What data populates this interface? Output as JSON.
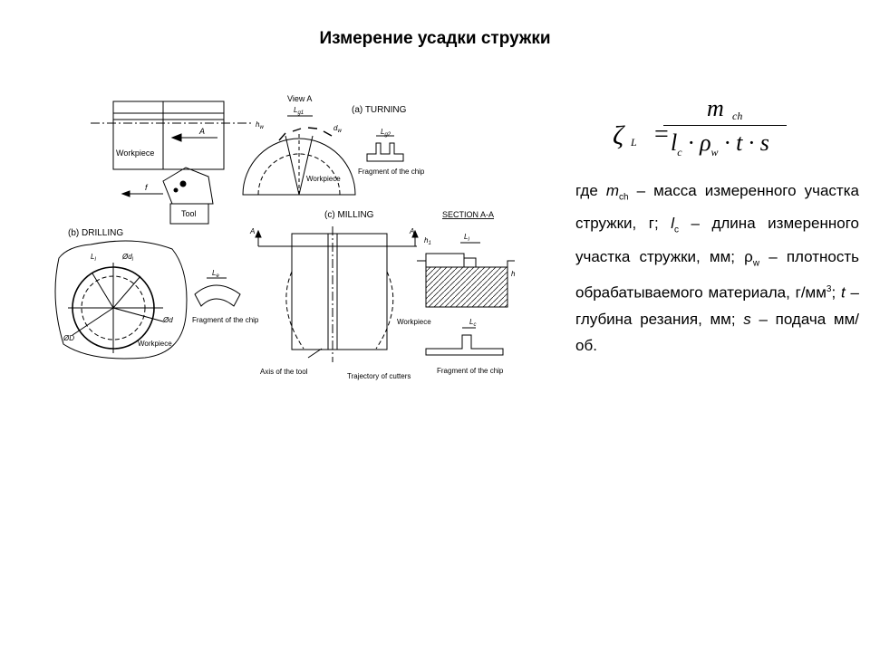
{
  "slide": {
    "title": "Измерение усадки стружки"
  },
  "figure": {
    "view_a": "View A",
    "turning": "(a) TURNING",
    "drilling": "(b) DRILLING",
    "milling": "(c) MILLING",
    "section": "SECTION A-A",
    "workpiece": "Workpiece",
    "tool": "Tool",
    "fragment": "Fragment of the chip",
    "axis_tool": "Axis of the tool",
    "trajectory": "Trajectory of cutters",
    "arrow_a": "A",
    "feed_f": "f",
    "hw": "h",
    "hw_sub": "w",
    "lg1": "L",
    "lg1_sub": "g1",
    "dw": "d",
    "dw_sub": "w",
    "lg2": "L",
    "lg2_sub": "g2",
    "ll": "L",
    "ll_sub": "l",
    "dl": "Ød",
    "dl_sub": "l",
    "le": "L",
    "le_sub": "e",
    "od": "Ød",
    "oD": "ØD",
    "h1": "h",
    "h1_sub": "1",
    "h": "h",
    "lc": "L",
    "lc_sub": "c"
  },
  "formula": {
    "lhs": "ζ",
    "lhs_sub": "L",
    "equals": "=",
    "numerator": "m",
    "numerator_sub": "ch",
    "den_l": "l",
    "den_l_sub": "c",
    "den_rho": " · ρ",
    "den_rho_sub": "w",
    "den_rest": " · t · s"
  },
  "description": {
    "p1": "где ",
    "m": "m",
    "m_sub": "ch",
    "p2": " – масса измеренного участка стружки, г; ",
    "l": "l",
    "l_sub": "c",
    "p3": " – длина измеренного участка стружки, мм; ρ",
    "rho_sub": "w",
    "p4": " – плотность обрабатываемого материала, г/мм",
    "p4_sup": "3",
    "p5": "; ",
    "t": "t",
    "p6": " – глубина резания, мм; ",
    "s": "s",
    "p7": " – подача мм/об."
  }
}
